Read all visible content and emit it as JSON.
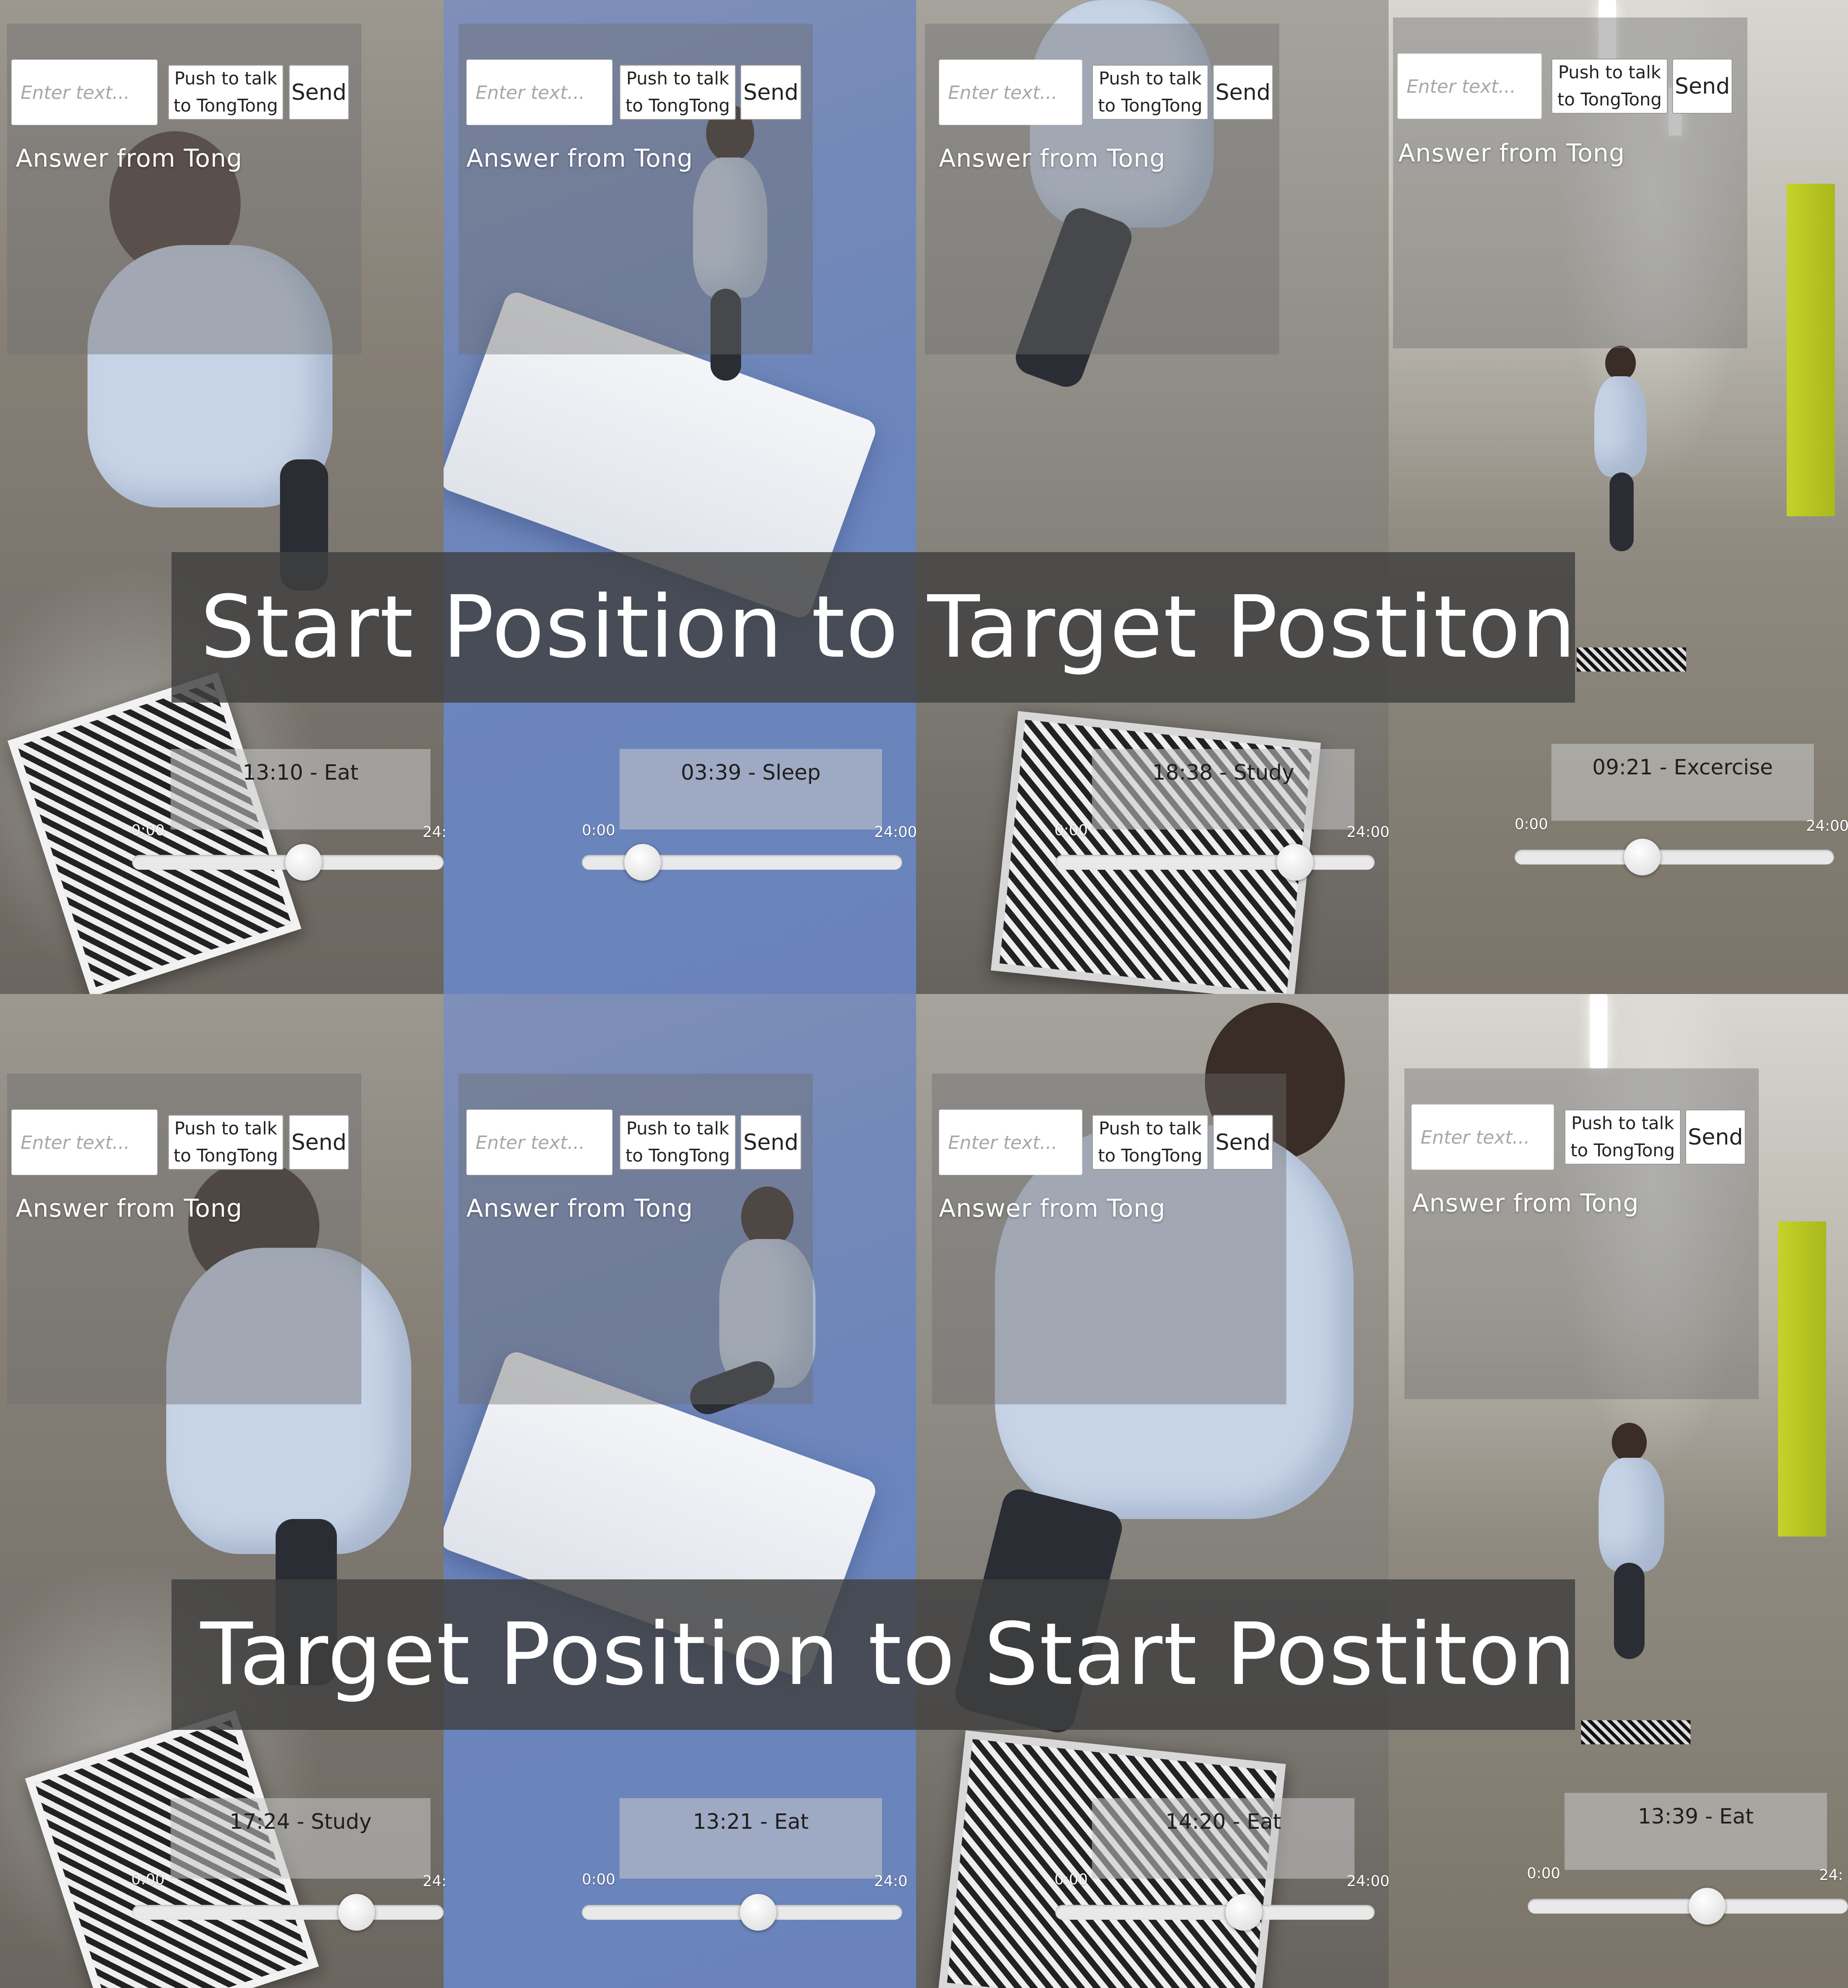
{
  "banners": {
    "top": "Start Position to Target Postiton",
    "bottom": "Target Position to Start Postiton"
  },
  "ui": {
    "input_placeholder": "Enter text...",
    "push_to_talk_line1": "Push to talk",
    "push_to_talk_line2": "to TongTong",
    "send_label": "Send",
    "answer_label": "Answer from Tong",
    "slider_min_label": "0:00",
    "slider_max_label": "24:00",
    "slider_max_label_cut": "24:",
    "slider_max_label_cut2": "24:0"
  },
  "frames": [
    {
      "scene": "office-table",
      "time": "13:10",
      "activity": "Eat",
      "label": "13:10 - Eat",
      "slider_fraction": 0.55
    },
    {
      "scene": "bedroom",
      "time": "03:39",
      "activity": "Sleep",
      "label": "03:39 - Sleep",
      "slider_fraction": 0.19
    },
    {
      "scene": "office-chairs",
      "time": "18:38",
      "activity": "Study",
      "label": "18:38 - Study",
      "slider_fraction": 0.75
    },
    {
      "scene": "corridor",
      "time": "09:21",
      "activity": "Excercise",
      "label": "09:21 - Excercise",
      "slider_fraction": 0.4
    },
    {
      "scene": "office-table",
      "time": "17:24",
      "activity": "Study",
      "label": "17:24 - Study",
      "slider_fraction": 0.72
    },
    {
      "scene": "bedroom",
      "time": "13:21",
      "activity": "Eat",
      "label": "13:21 - Eat",
      "slider_fraction": 0.55
    },
    {
      "scene": "office-chairs",
      "time": "14:20",
      "activity": "Eat",
      "label": "14:20 - Eat",
      "slider_fraction": 0.59
    },
    {
      "scene": "corridor",
      "time": "13:39",
      "activity": "Eat",
      "label": "13:39 - Eat",
      "slider_fraction": 0.56
    }
  ],
  "colors": {
    "banner_bg": "#404040",
    "bedroom_blue": "#6b85bd",
    "pillar_green": "#c4d22a"
  }
}
